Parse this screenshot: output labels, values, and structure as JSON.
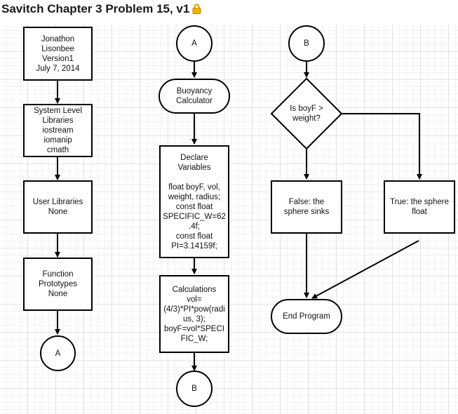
{
  "header": {
    "title": "Savitch Chapter 3 Problem 15, v1"
  },
  "flowchart": {
    "col1": {
      "author_box": "Jonathon\nLisonbee\nVersion1\nJuly 7, 2014",
      "system_libs_box": "System Level\nLibraries\niostream\niomanip\ncmath",
      "user_libs_box": "User Libraries\nNone",
      "prototypes_box": "Function\nPrototypes\nNone",
      "connector_a": "A"
    },
    "col2": {
      "connector_a": "A",
      "start_terminal": "Buoyancy\nCalculator",
      "declare_box": "Declare\nVariables\n\nfloat boyF, vol,\nweight, radius;\nconst float\nSPECIFIC_W=62\n.4f;\nconst float\nPI=3.14159f;",
      "calc_box": "Calculations\nvol=\n(4/3)*PI*pow(radi\nus, 3);\nboyF=vol*SPECI\nFIC_W;",
      "connector_b": "B"
    },
    "col3": {
      "connector_b": "B",
      "decision": "Is boyF >\nweight?",
      "false_box": "False: the\nsphere sinks",
      "true_box": "True: the sphere\nfloat",
      "end_terminal": "End Program"
    }
  }
}
